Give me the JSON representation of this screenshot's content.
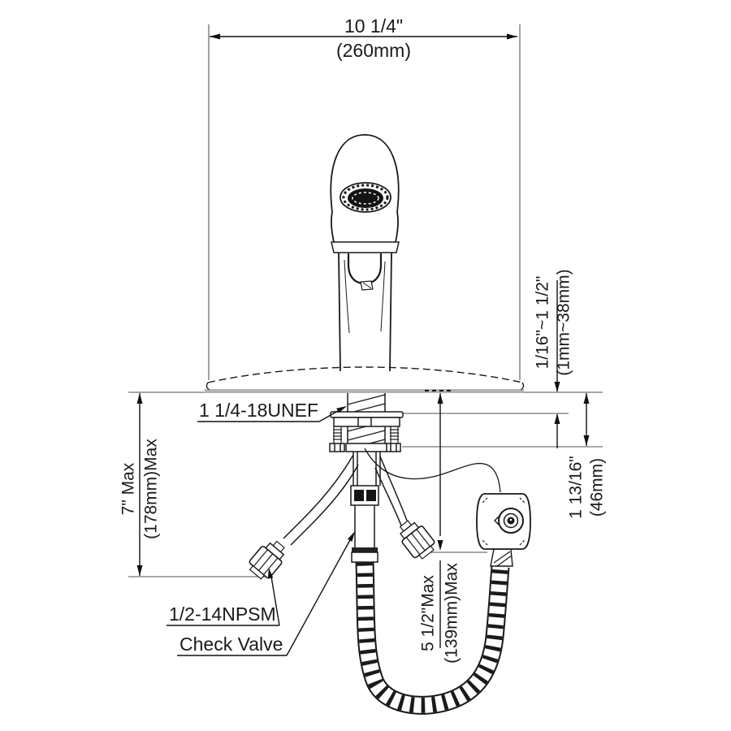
{
  "annotations": {
    "width": {
      "in": "10 1/4\"",
      "mm": "(260mm)"
    },
    "deck_thickness": {
      "in": "1/16\"~1 1/2\"",
      "mm": "(1mm~38mm)"
    },
    "box_offset": {
      "in": "1 13/16\"",
      "mm": "(46mm)"
    },
    "under_counter": {
      "in": "7\" Max",
      "mm": "(178mm)Max"
    },
    "hose_drop": {
      "in": "5 1/2\"Max",
      "mm": "(139mm)Max"
    },
    "shank_thread": "1 1/4-18UNEF",
    "supply_thread": "1/2-14NPSM",
    "check_valve": "Check Valve"
  },
  "colors": {
    "line": "#1a1a1a",
    "dimension": "#111111",
    "reference": "#8c8c8c",
    "deck_bar": "#b3b3b3"
  }
}
